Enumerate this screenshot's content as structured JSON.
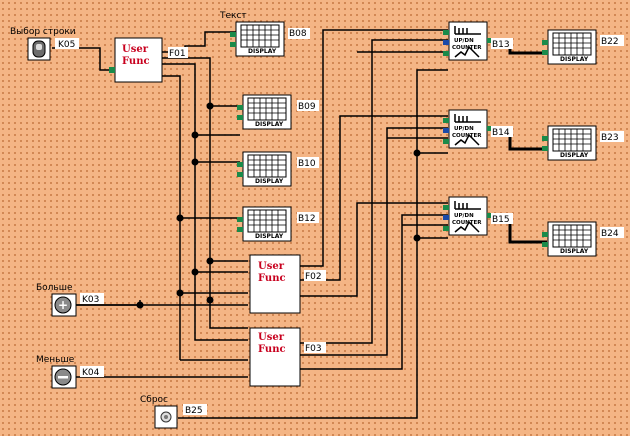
{
  "inputs": {
    "select_row": {
      "label": "Выбор строки",
      "tag": "K05",
      "icon": "toggle-switch-icon"
    },
    "more": {
      "label": "Больше",
      "tag": "K03",
      "icon": "plus-button-icon"
    },
    "less": {
      "label": "Меньше",
      "tag": "K04",
      "icon": "minus-button-icon"
    },
    "reset": {
      "label": "Сброс",
      "tag": "B25",
      "icon": "push-button-icon"
    }
  },
  "user_funcs": [
    {
      "line1": "User",
      "line2": "Func",
      "tag": "F01"
    },
    {
      "line1": "User",
      "line2": "Func",
      "tag": "F02"
    },
    {
      "line1": "User",
      "line2": "Func",
      "tag": "F03"
    }
  ],
  "displays": [
    {
      "tag": "B08",
      "label": "Текст",
      "caption": "DISPLAY"
    },
    {
      "tag": "B09",
      "caption": "DISPLAY"
    },
    {
      "tag": "B10",
      "caption": "DISPLAY"
    },
    {
      "tag": "B12",
      "caption": "DISPLAY"
    },
    {
      "tag": "B22",
      "caption": "DISPLAY"
    },
    {
      "tag": "B23",
      "caption": "DISPLAY"
    },
    {
      "tag": "B24",
      "caption": "DISPLAY"
    }
  ],
  "counters": [
    {
      "tag": "B13",
      "line1": "UP/DN",
      "line2": "COUNTER"
    },
    {
      "tag": "B14",
      "line1": "UP/DN",
      "line2": "COUNTER"
    },
    {
      "tag": "B15",
      "line1": "UP/DN",
      "line2": "COUNTER"
    }
  ],
  "colors": {
    "background": "#f4b585",
    "wire": "#000000",
    "user_func_text": "#c8001e"
  }
}
